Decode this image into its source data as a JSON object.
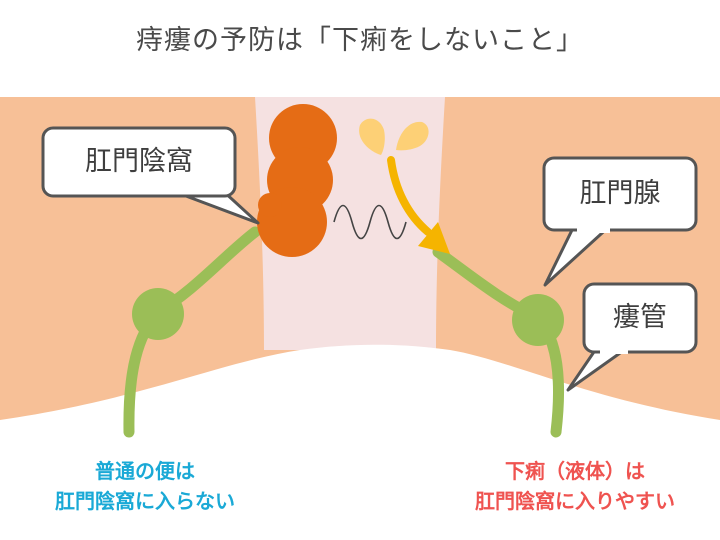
{
  "title": "痔瘻の予防は「下痢をしないこと」",
  "labels": {
    "anal_crypt": "肛門陰窩",
    "anal_gland": "肛門腺",
    "fistula": "瘻管"
  },
  "captions": {
    "normal_line1": "普通の便は",
    "normal_line2": "肛門陰窩に入らない",
    "diarrhea_line1": "下痢（液体）は",
    "diarrhea_line2": "肛門陰窩に入りやすい"
  },
  "colors": {
    "skin": "#f7c097",
    "canal": "#f5e1e1",
    "stool": "#e56c15",
    "gland": "#9bbe57",
    "liquid": "#fdd076",
    "arrow": "#f5b400",
    "normal_text": "#1aa9d6",
    "diarrhea_text": "#ef5350"
  }
}
